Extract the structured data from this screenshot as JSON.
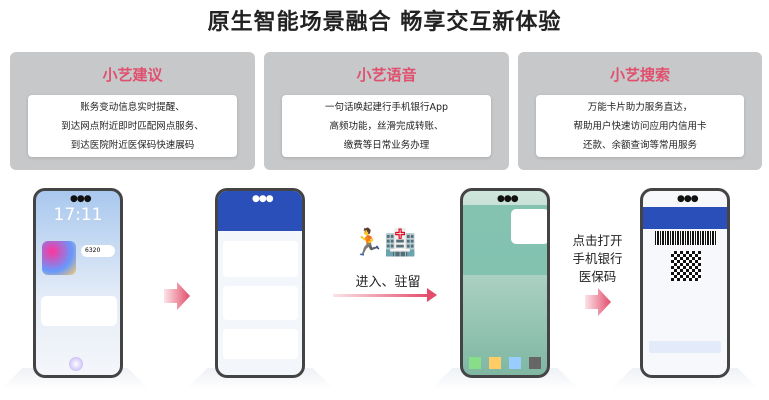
{
  "title": "原生智能场景融合  畅享交互新体验",
  "cards": [
    {
      "heading": "小艺建议",
      "lines": [
        "账务变动信息实时提醒、",
        "到达网点附近即时匹配网点服务、",
        "到达医院附近医保码快速展码"
      ]
    },
    {
      "heading": "小艺语音",
      "lines": [
        "一句话唤起建行手机银行App",
        "高频功能，丝滑完成转账、",
        "缴费等日常业务办理"
      ]
    },
    {
      "heading": "小艺搜索",
      "lines": [
        "万能卡片助力服务直达，",
        "帮助用户快速访问应用内信用卡",
        "还款、余额查询等常用服务"
      ]
    }
  ],
  "phone1": {
    "clock": "17:11",
    "balance": "6320"
  },
  "step_enter": "进入、驻留",
  "step_open": [
    "点击打开",
    "手机银行",
    "医保码"
  ],
  "colors": {
    "accent": "#e0506e",
    "card_bg": "#c6c8ca",
    "bank_blue": "#2a4fb8"
  }
}
